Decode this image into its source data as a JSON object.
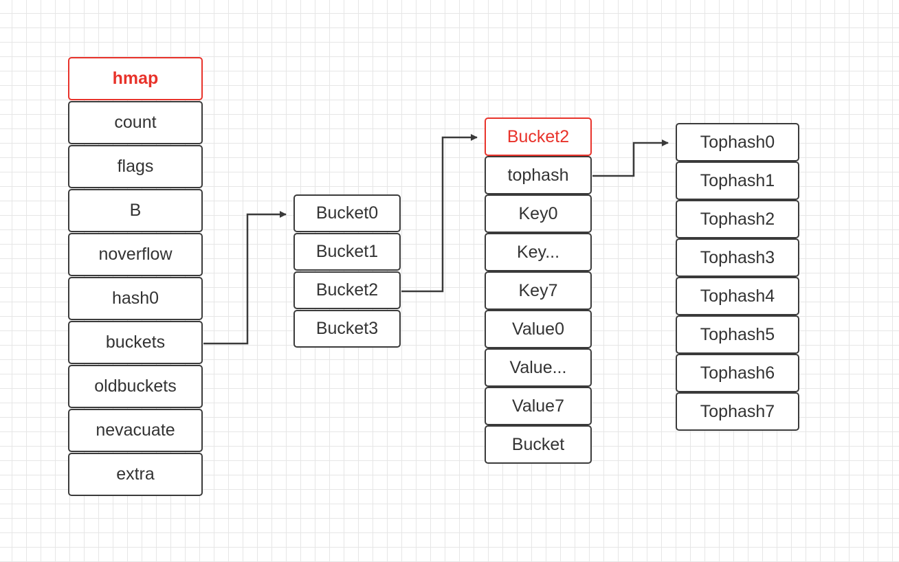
{
  "diagram": {
    "hmap": {
      "header": "hmap",
      "fields": [
        "count",
        "flags",
        "B",
        "noverflow",
        "hash0",
        "buckets",
        "oldbuckets",
        "nevacuate",
        "extra"
      ]
    },
    "buckets": {
      "items": [
        "Bucket0",
        "Bucket1",
        "Bucket2",
        "Bucket3"
      ]
    },
    "bucket2": {
      "header": "Bucket2",
      "fields": [
        "tophash",
        "Key0",
        "Key...",
        "Key7",
        "Value0",
        "Value...",
        "Value7",
        "Bucket"
      ]
    },
    "tophash": {
      "items": [
        "Tophash0",
        "Tophash1",
        "Tophash2",
        "Tophash3",
        "Tophash4",
        "Tophash5",
        "Tophash6",
        "Tophash7"
      ]
    },
    "colors": {
      "accent": "#e8322a",
      "border": "#3a3a3a",
      "text": "#333333",
      "connector": "#3a3a3a",
      "grid": "#e6e6e6"
    }
  }
}
